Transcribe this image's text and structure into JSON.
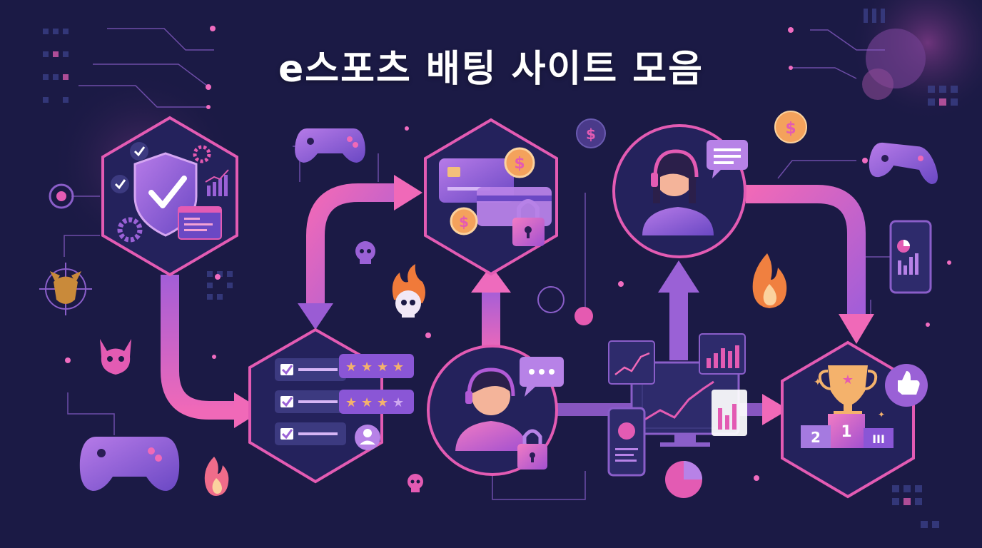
{
  "title": "e스포츠 배팅 사이트 모음",
  "currency_symbol": "$",
  "badge_value": "2",
  "badge_value_alt": "III",
  "rank_first": "1",
  "colors": {
    "background": "#1b1a45",
    "accent_pink": "#e35bb3",
    "accent_purple": "#8a56d6",
    "coin": "#f4a25c",
    "line": "#d65cb3"
  },
  "nodes": [
    {
      "icon": "shield-check-icon"
    },
    {
      "icon": "credit-card-lock-icon"
    },
    {
      "icon": "support-agent-icon"
    },
    {
      "icon": "rating-checklist-icon"
    },
    {
      "icon": "support-agent-lock-icon"
    },
    {
      "icon": "trophy-podium-icon"
    }
  ]
}
